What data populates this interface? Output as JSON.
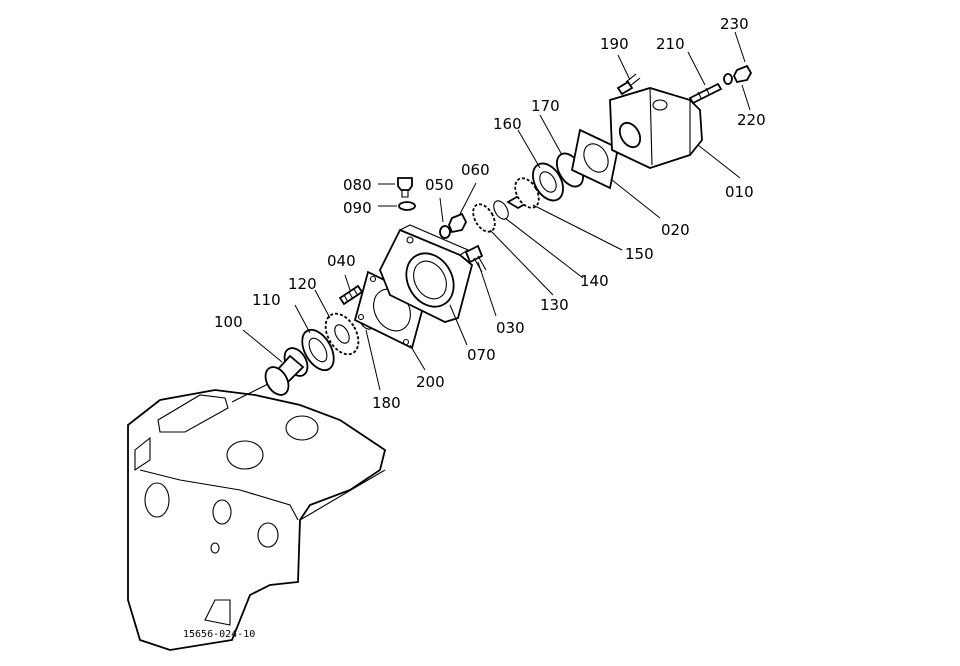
{
  "figure_id": "15656-024-10",
  "callouts": [
    {
      "label": "010"
    },
    {
      "label": "020"
    },
    {
      "label": "030"
    },
    {
      "label": "040"
    },
    {
      "label": "050"
    },
    {
      "label": "060"
    },
    {
      "label": "070"
    },
    {
      "label": "080"
    },
    {
      "label": "090"
    },
    {
      "label": "100"
    },
    {
      "label": "110"
    },
    {
      "label": "120"
    },
    {
      "label": "130"
    },
    {
      "label": "140"
    },
    {
      "label": "150"
    },
    {
      "label": "160"
    },
    {
      "label": "170"
    },
    {
      "label": "180"
    },
    {
      "label": "190"
    },
    {
      "label": "200"
    },
    {
      "label": "210"
    },
    {
      "label": "220"
    },
    {
      "label": "230"
    }
  ]
}
